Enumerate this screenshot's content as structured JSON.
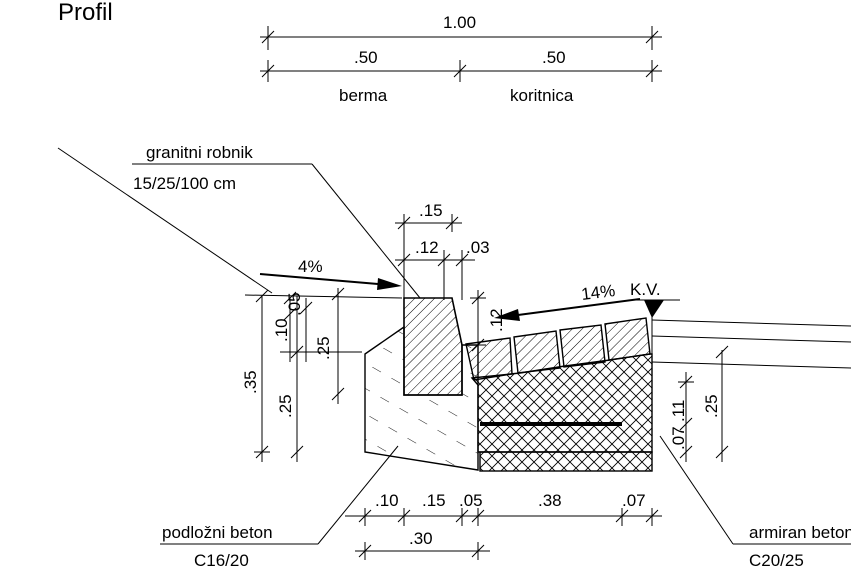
{
  "header_fragment": "Profil",
  "top_dims": {
    "total": "1.00",
    "left_half": ".50",
    "right_half": ".50",
    "left_label": "berma",
    "right_label": "koritnica"
  },
  "labels": {
    "curb_name": "granitni robnik",
    "curb_size": "15/25/100 cm",
    "sub_concrete_name": "podložni beton",
    "sub_concrete_class": "C16/20",
    "rc_concrete_name": "armiran beton",
    "rc_concrete_class": "C20/25",
    "kv": "K.V."
  },
  "slopes": {
    "left": "4%",
    "right": "14%"
  },
  "curb_dims": {
    "top": ".15",
    "inner": ".12",
    "chamfer": ".03",
    "gutter_depth": ".12"
  },
  "left_dims": {
    "total_height": ".35",
    "lower": ".25",
    "small_a": ".10",
    "small_b": ".05",
    "mid": ".25"
  },
  "right_dims": {
    "a": ".11",
    "b": ".07",
    "c": ".25"
  },
  "bottom_dims": {
    "a": ".10",
    "b": ".15",
    "c": ".05",
    "d": ".38",
    "e": ".07",
    "sum": ".30"
  }
}
